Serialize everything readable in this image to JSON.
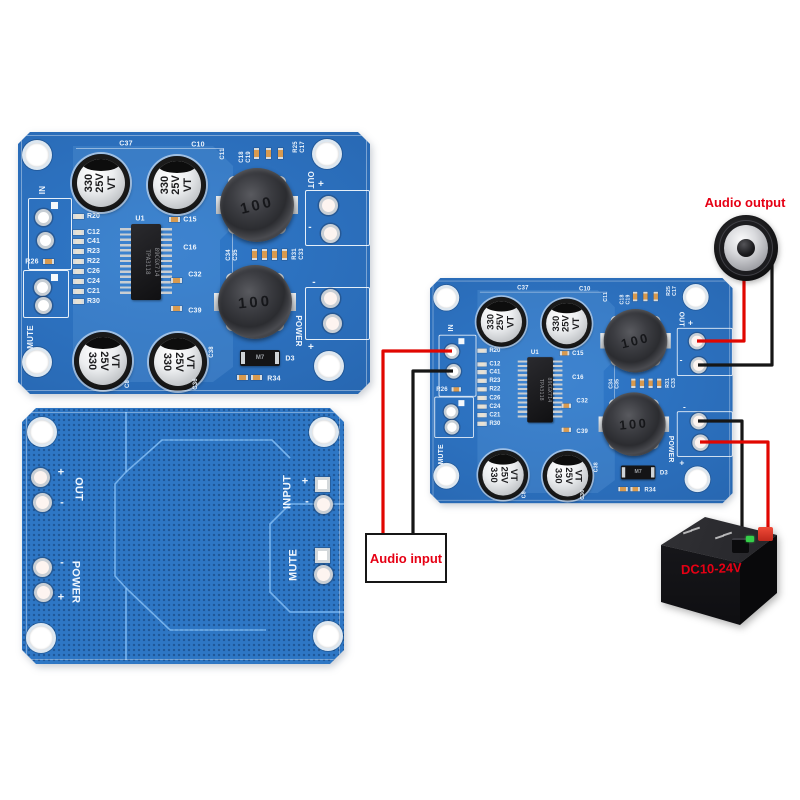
{
  "annotations": {
    "audio_output": "Audio output",
    "audio_input": "Audio input",
    "battery_label": "DC10-24V"
  },
  "colors": {
    "pcb_blue": "#2a6cb8",
    "back_pcb_blue": "#2e77c5",
    "silkscreen_white": "#eef5fd",
    "annotation_red": "#e60014",
    "wire_red": "#e10600",
    "wire_black": "#161616"
  },
  "front_board": {
    "cap_lines": [
      "330",
      "25V",
      "VT"
    ],
    "inductor_value": "100",
    "ic": {
      "ref": "U1",
      "lot": "89CGX714",
      "part": "TPA3118"
    },
    "silk": {
      "c37": "C37",
      "c10": "C10",
      "c11": "C11",
      "c18": "C18",
      "c19": "C19",
      "r25": "R25",
      "c17": "C17",
      "in": "IN",
      "r26": "R26",
      "mute": "MUTE",
      "c15": "C15",
      "c16": "C16",
      "c32": "C32",
      "c39": "C39",
      "c34": "C34",
      "c35": "C35",
      "r31": "R31",
      "c33": "C33",
      "out": "OUT",
      "power": "POWER",
      "plus": "+",
      "minus": "-",
      "d3": "D3",
      "m7": "M7",
      "r34": "R34",
      "c38": "C38",
      "c8": "C8",
      "c36": "C36"
    },
    "left_labels": [
      "R20",
      "C12",
      "C41",
      "R23",
      "R22",
      "C26",
      "C24",
      "C21",
      "R30"
    ]
  },
  "back_board": {
    "out": "OUT",
    "power": "POWER",
    "input": "INPUT",
    "mute": "MUTE",
    "plus": "+",
    "minus": "-"
  }
}
